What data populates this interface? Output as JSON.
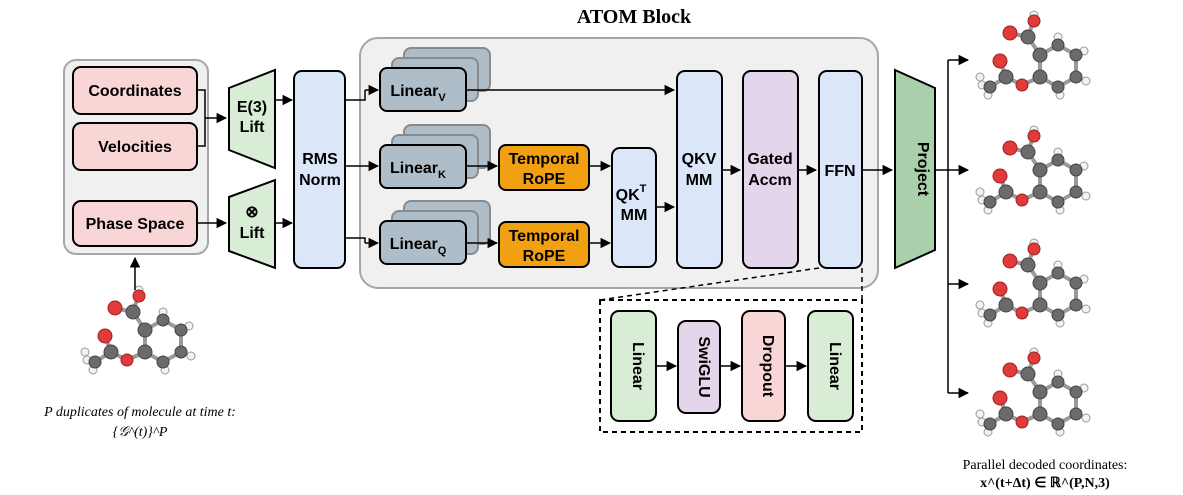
{
  "diagram": {
    "title": "ATOM Block",
    "inputs": {
      "coordinates": "Coordinates",
      "velocities": "Velocities",
      "phase_space": "Phase Space"
    },
    "lifts": {
      "e3_line1": "E(3)",
      "e3_line2": "Lift",
      "otimes_line1": "⊗",
      "otimes_line2": "Lift"
    },
    "rms_norm": {
      "line1": "RMS",
      "line2": "Norm"
    },
    "linears": {
      "base": "Linear",
      "v_sub": "V",
      "k_sub": "K",
      "q_sub": "Q"
    },
    "rope": {
      "line1": "Temporal",
      "line2": "RoPE"
    },
    "qk": {
      "base": "QK",
      "sup": "T",
      "sub": "MM"
    },
    "qkv": {
      "line1": "QKV",
      "line2": "MM"
    },
    "gated": {
      "line1": "Gated",
      "line2": "Accm"
    },
    "ffn": "FFN",
    "project": "Project",
    "ffn_detail": {
      "linear1": "Linear",
      "swiglu": "SwiGLU",
      "dropout": "Dropout",
      "linear2": "Linear"
    },
    "captions": {
      "input_line1": "P duplicates of molecule at time t:",
      "input_line2": "{𝒢^(t)}^P",
      "output_line1": "Parallel decoded coordinates:",
      "output_line2": "x^(t+Δt) ∈ ℝ^(P,N,3)"
    },
    "colors": {
      "input_fill": "#f9d6d6",
      "input_stroke": "#c94a4a",
      "lift_fill": "#d9ecd5",
      "norm_fill": "#dbe7f8",
      "linear_fill": "#aebdc8",
      "rope_fill": "#f0a010",
      "gated_fill": "#e3d6ea",
      "project_fill": "#a9d0aa",
      "container_fill": "#f0f0f0",
      "container_stroke": "#a6a6a6"
    }
  }
}
